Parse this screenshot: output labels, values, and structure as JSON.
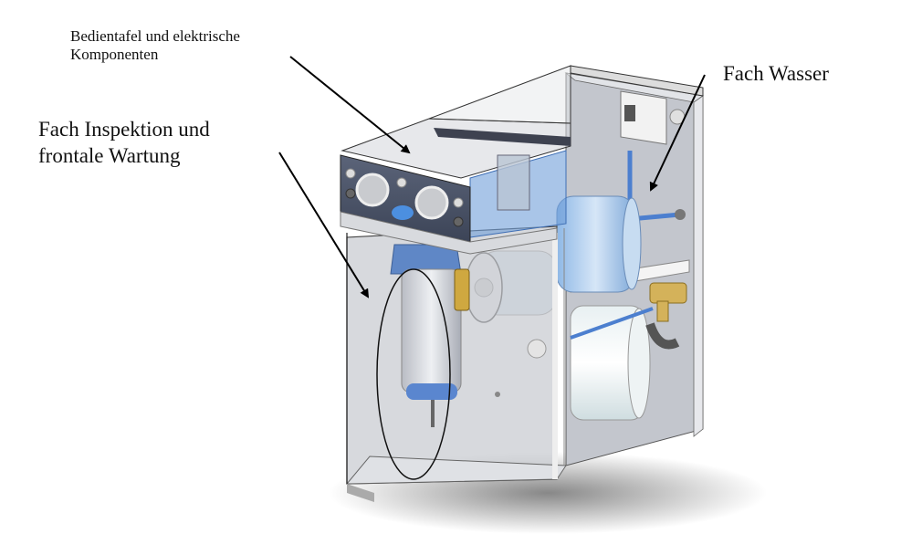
{
  "diagram": {
    "subject": "water treatment unit cabinet, transparent 3D view",
    "labels": {
      "panel": {
        "line1": "Bedientafel und elektrische",
        "line2": "Komponenten"
      },
      "inspection": {
        "line1": "Fach Inspektion und",
        "line2": "frontale Wartung"
      },
      "water": {
        "line1": "Fach Wasser"
      }
    },
    "colors": {
      "cabinet": "#c9ccd2",
      "panel": "#4b5468",
      "water_blue": "#6e9fd8",
      "brass": "#c9a94a",
      "text": "#111111"
    }
  }
}
